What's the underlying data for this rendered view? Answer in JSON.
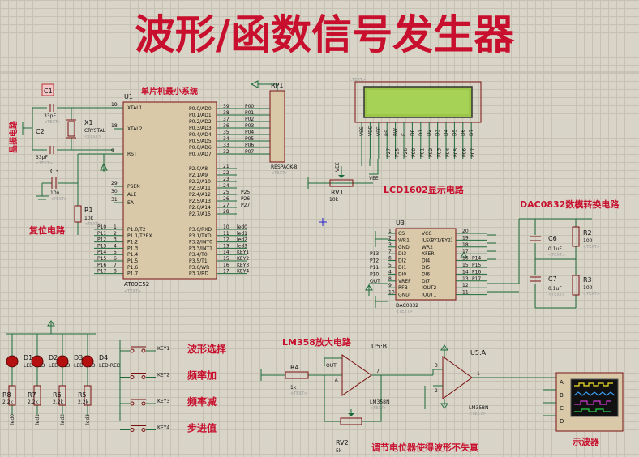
{
  "title": "波形/函数信号发生器",
  "text_placeholder": "<TEXT>",
  "annotations": {
    "osc": "晶振电路",
    "reset": "复位电路",
    "mcu_name": "单片机最小系统",
    "lcd": "LCD1602显示电路",
    "dac": "DAC0832数模转换电路",
    "amp": "LM358放大电路",
    "pot_hint": "调节电位器使得波形不失真",
    "scope": "示波器"
  },
  "keys": {
    "labels": [
      "波形选择",
      "频率加",
      "频率减",
      "步进值"
    ],
    "refs": [
      "KEY1",
      "KEY2",
      "KEY3",
      "KEY4"
    ]
  },
  "mcu": {
    "ref": "U1",
    "part": "AT89C52",
    "left_pins": [
      {
        "num": "19",
        "name": "XTAL1"
      },
      {
        "num": "18",
        "name": "XTAL2"
      },
      {
        "num": "9",
        "name": "RST"
      },
      {
        "num": "29",
        "name": "PSEN"
      },
      {
        "num": "30",
        "name": "ALE"
      },
      {
        "num": "31",
        "name": "EA"
      }
    ],
    "p1_pins": [
      {
        "num": "1",
        "name": "P1.0/T2",
        "net": "P10"
      },
      {
        "num": "2",
        "name": "P1.1/T2EX",
        "net": "P11"
      },
      {
        "num": "3",
        "name": "P1.2",
        "net": "P12"
      },
      {
        "num": "4",
        "name": "P1.3",
        "net": "P13"
      },
      {
        "num": "5",
        "name": "P1.4",
        "net": "P14"
      },
      {
        "num": "6",
        "name": "P1.5",
        "net": "P15"
      },
      {
        "num": "7",
        "name": "P1.6",
        "net": "P16"
      },
      {
        "num": "8",
        "name": "P1.7",
        "net": "P17"
      }
    ],
    "p0_pins": [
      {
        "num": "39",
        "name": "P0.0/AD0",
        "net": "P00"
      },
      {
        "num": "38",
        "name": "P0.1/AD1",
        "net": "P01"
      },
      {
        "num": "37",
        "name": "P0.2/AD2",
        "net": "P02"
      },
      {
        "num": "36",
        "name": "P0.3/AD3",
        "net": "P03"
      },
      {
        "num": "35",
        "name": "P0.4/AD4",
        "net": "P04"
      },
      {
        "num": "34",
        "name": "P0.5/AD5",
        "net": "P05"
      },
      {
        "num": "33",
        "name": "P0.6/AD6",
        "net": "P06"
      },
      {
        "num": "32",
        "name": "P0.7/AD7",
        "net": "P07"
      }
    ],
    "p2_pins": [
      {
        "num": "21",
        "name": "P2.0/A8"
      },
      {
        "num": "22",
        "name": "P2.1/A9"
      },
      {
        "num": "23",
        "name": "P2.2/A10"
      },
      {
        "num": "24",
        "name": "P2.3/A11"
      },
      {
        "num": "25",
        "name": "P2.4/A12",
        "net": "P25"
      },
      {
        "num": "26",
        "name": "P2.5/A13",
        "net": "P26"
      },
      {
        "num": "27",
        "name": "P2.6/A14",
        "net": "P27"
      },
      {
        "num": "28",
        "name": "P2.7/A15"
      }
    ],
    "p3_pins": [
      {
        "num": "10",
        "name": "P3.0/RXD",
        "net": "led0"
      },
      {
        "num": "11",
        "name": "P3.1/TXD",
        "net": "led1"
      },
      {
        "num": "12",
        "name": "P3.2/INT0",
        "net": "led2"
      },
      {
        "num": "13",
        "name": "P3.3/INT1",
        "net": "led3"
      },
      {
        "num": "14",
        "name": "P3.4/T0",
        "net": "KEY1"
      },
      {
        "num": "15",
        "name": "P3.5/T1",
        "net": "KEY2"
      },
      {
        "num": "16",
        "name": "P3.6/WR",
        "net": "KEY3"
      },
      {
        "num": "17",
        "name": "P3.7/RD",
        "net": "KEY4"
      }
    ]
  },
  "rp1": {
    "ref": "RP1",
    "part": "RESPACK-8"
  },
  "crystal": {
    "c1": {
      "ref": "C1",
      "val": "33pF"
    },
    "c2": {
      "ref": "C2",
      "val": "33pF"
    },
    "x1": {
      "ref": "X1",
      "part": "CRYSTAL"
    }
  },
  "reset_parts": {
    "c3": {
      "ref": "C3",
      "val": "10u"
    },
    "r1": {
      "ref": "R1",
      "val": "10k"
    }
  },
  "lcd_pins": [
    "VSS",
    "VDD",
    "VEE",
    "RS",
    "RW",
    "E",
    "D0",
    "D1",
    "D2",
    "D3",
    "D4",
    "D5",
    "D6",
    "D7"
  ],
  "lcd_nets": [
    "P27",
    "P25",
    "P26",
    "P00",
    "P01",
    "P02",
    "P03",
    "P04",
    "P05",
    "P06",
    "P07"
  ],
  "lcd_pot": {
    "ref": "RV1",
    "val": "10k",
    "net": "VEE"
  },
  "u3": {
    "ref": "U3",
    "part": "DAC0832",
    "left_pins": [
      {
        "num": "1",
        "name": "CS"
      },
      {
        "num": "2",
        "name": "WR1"
      },
      {
        "num": "3",
        "name": "GND"
      },
      {
        "num": "7",
        "name": "DI3",
        "net": "P13"
      },
      {
        "num": "6",
        "name": "DI2",
        "net": "P12"
      },
      {
        "num": "5",
        "name": "DI1",
        "net": "P11"
      },
      {
        "num": "4",
        "name": "DI0",
        "net": "P10"
      },
      {
        "num": "8",
        "name": "VREF",
        "net": "OUT"
      },
      {
        "num": "9",
        "name": "RFB"
      },
      {
        "num": "10",
        "name": "GND"
      }
    ],
    "right_pins": [
      {
        "num": "20",
        "name": "VCC"
      },
      {
        "num": "19",
        "name": "ILE(BY1/BY2)"
      },
      {
        "num": "18",
        "name": "WR2"
      },
      {
        "num": "17",
        "name": "XFER"
      },
      {
        "num": "16",
        "name": "DI4",
        "net": "P14"
      },
      {
        "num": "15",
        "name": "DI5",
        "net": "P15"
      },
      {
        "num": "14",
        "name": "DI6",
        "net": "P16"
      },
      {
        "num": "13",
        "name": "DI7",
        "net": "P17"
      },
      {
        "num": "12",
        "name": "IOUT2"
      },
      {
        "num": "11",
        "name": "IOUT1"
      }
    ]
  },
  "dac_filter": {
    "c6": {
      "ref": "C6",
      "val": "0.1uF"
    },
    "c7": {
      "ref": "C7",
      "val": "0.1uF"
    },
    "r2": {
      "ref": "R2",
      "val": "100"
    },
    "r3": {
      "ref": "R3",
      "val": "100"
    }
  },
  "leds": [
    {
      "ref": "D1",
      "part": "LED-RED",
      "r": "R8",
      "rv": "2.2k",
      "net": "led0"
    },
    {
      "ref": "D2",
      "part": "LED-RED",
      "r": "R7",
      "rv": "2.2k",
      "net": "led1"
    },
    {
      "ref": "D3",
      "part": "LED-RED",
      "r": "R6",
      "rv": "2.2k",
      "net": "led2"
    },
    {
      "ref": "D4",
      "part": "LED-RED",
      "r": "R5",
      "rv": "2.2k",
      "net": "led3"
    }
  ],
  "amp1": {
    "ref": "U5:B",
    "part": "LM358N",
    "in_pin": "6",
    "out_pin": "7",
    "out_net": "OUT"
  },
  "amp2": {
    "ref": "U5:A",
    "part": "LM358N",
    "plus": "3",
    "minus": "2",
    "out": "1"
  },
  "r4": {
    "ref": "R4",
    "val": "1k"
  },
  "rv2": {
    "ref": "RV2",
    "val": "5k"
  },
  "scope_channels": [
    "A",
    "B",
    "C",
    "D"
  ]
}
